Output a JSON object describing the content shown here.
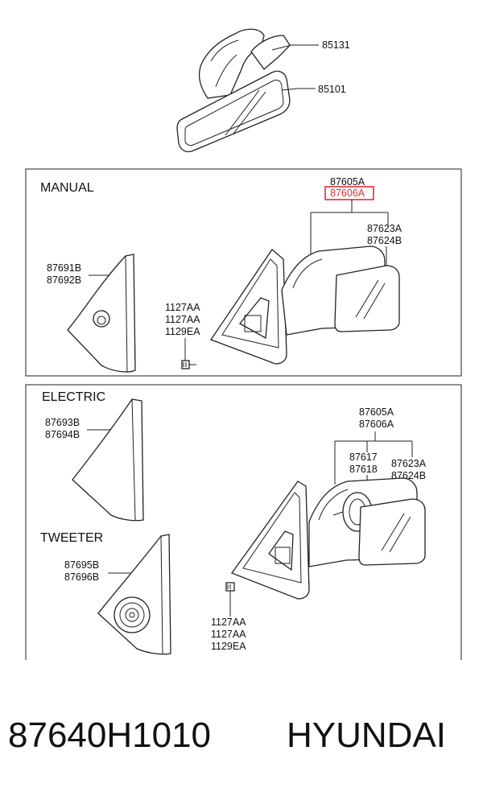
{
  "parts_top": {
    "p1": "85131",
    "p2": "85101"
  },
  "manual": {
    "title": "MANUAL",
    "mirror_top": "87605A",
    "mirror_highlight": "87606A",
    "glass_a": "87623A",
    "glass_b": "87624B",
    "cover_a": "87691B",
    "cover_b": "87692B",
    "screw_a": "1127AA",
    "screw_b": "1127AA",
    "screw_c": "1129EA"
  },
  "electric": {
    "title": "ELECTRIC",
    "cover_a": "87693B",
    "cover_b": "87694B",
    "mirror_a": "87605A",
    "mirror_b": "87606A",
    "actuator_a": "87617",
    "actuator_b": "87618",
    "glass_a": "87623A",
    "glass_b": "87624B",
    "screw_a": "1127AA",
    "screw_b": "1127AA",
    "screw_c": "1129EA"
  },
  "tweeter": {
    "title": "TWEETER",
    "cover_a": "87695B",
    "cover_b": "87696B"
  },
  "footer": {
    "part_number": "87640H1010",
    "brand": "HYUNDAI"
  },
  "colors": {
    "highlight": "#e03030",
    "line": "#222222"
  }
}
